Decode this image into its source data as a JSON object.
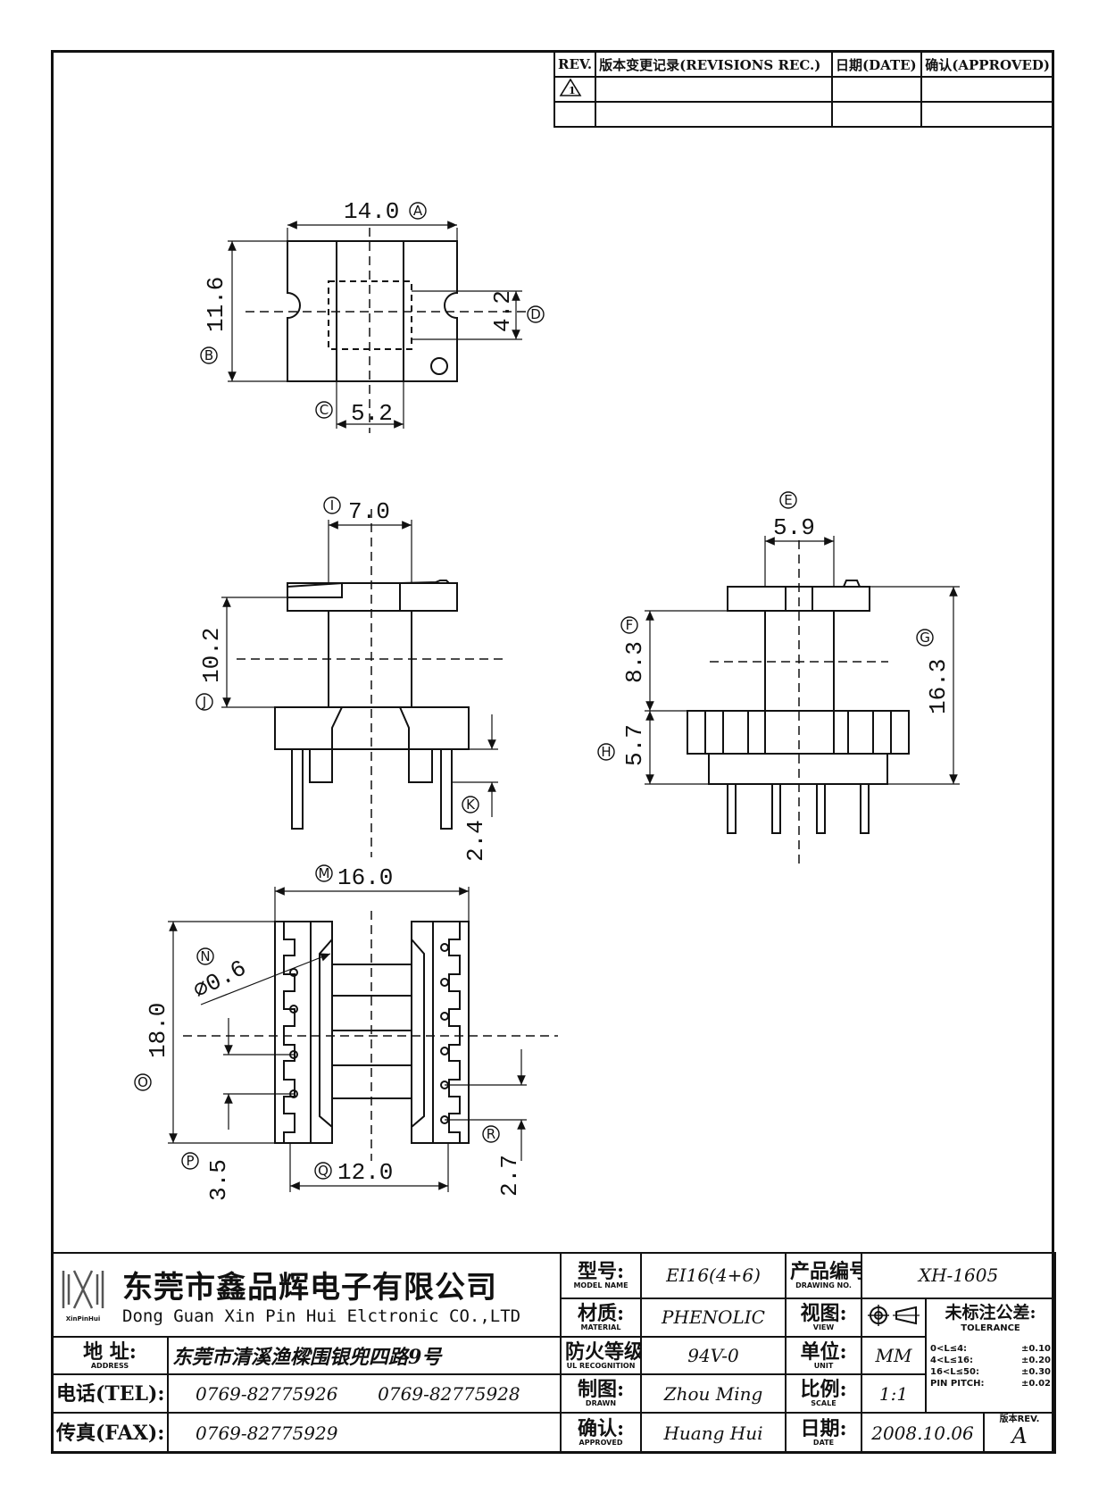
{
  "revision_table": {
    "rev_header": "REV.",
    "record_header": "版本变更记录(REVISIONS REC.)",
    "date_header": "日期(DATE)",
    "approved_header": "确认(APPROVED)",
    "rev_mark": "1"
  },
  "top_view": {
    "width_dim": "14.0",
    "width_tag": "A",
    "height_dim": "11.6",
    "height_tag": "B",
    "slot_dim": "5.2",
    "slot_tag": "C",
    "window_dim": "4.2",
    "window_tag": "D"
  },
  "front_view": {
    "core_dim": "7.0",
    "core_tag": "I",
    "height_dim": "10.2",
    "height_tag": "J",
    "pin_dim": "2.4",
    "pin_tag": "K"
  },
  "side_view": {
    "core_dim": "5.9",
    "core_tag": "E",
    "upper_dim": "8.3",
    "upper_tag": "F",
    "total_dim": "16.3",
    "total_tag": "G",
    "base_dim": "5.7",
    "base_tag": "H"
  },
  "bottom_view": {
    "width_dim": "16.0",
    "width_tag": "M",
    "hole_dim": "⌀0.6",
    "hole_tag": "N",
    "height_dim": "18.0",
    "height_tag": "O",
    "pitch_left_dim": "3.5",
    "pitch_left_tag": "P",
    "inner_dim": "12.0",
    "inner_tag": "Q",
    "pitch_right_dim": "2.7",
    "pitch_right_tag": "R"
  },
  "title_block": {
    "logo_text": "XinPinHui",
    "company_cn": "东莞市鑫品辉电子有限公司",
    "company_en": "Dong Guan Xin Pin Hui Elctronic CO.,LTD",
    "model_label": "型号:",
    "model_sub": "MODEL NAME",
    "model_value": "EI16(4+6)",
    "drawing_no_label": "产品编号:",
    "drawing_no_sub": "DRAWING NO.",
    "drawing_no_value": "XH-1605",
    "material_label": "材质:",
    "material_sub": "MATERIAL",
    "material_value": "PHENOLIC",
    "view_label": "视图:",
    "view_sub": "VIEW",
    "tolerance_label": "未标注公差:",
    "tolerance_sub": "TOLERANCE",
    "tolerance_rows": [
      {
        "range": "0<L≤4:",
        "value": "±0.10"
      },
      {
        "range": "4<L≤16:",
        "value": "±0.20"
      },
      {
        "range": "16<L≤50:",
        "value": "±0.30"
      },
      {
        "range": "PIN PITCH:",
        "value": "±0.02"
      }
    ],
    "address_label": "地 址:",
    "address_sub": "ADDRESS",
    "address_value": "东莞市清溪渔樑围银兜四路9号",
    "ul_label": "防火等级:",
    "ul_sub": "UL RECOGNITION",
    "ul_value": "94V-0",
    "unit_label": "单位:",
    "unit_sub": "UNIT",
    "unit_value": "MM",
    "tel_label": "电话(TEL):",
    "tel_value_1": "0769-82775926",
    "tel_value_2": "0769-82775928",
    "drawn_label": "制图:",
    "drawn_sub": "DRAWN",
    "drawn_value": "Zhou Ming",
    "scale_label": "比例:",
    "scale_sub": "SCALE",
    "scale_value": "1:1",
    "fax_label": "传真(FAX):",
    "fax_value": "0769-82775929",
    "approved_label": "确认:",
    "approved_sub": "APPROVED",
    "approved_value": "Huang Hui",
    "date_label": "日期:",
    "date_sub": "DATE",
    "date_value": "2008.10.06",
    "rev_label": "版本REV.",
    "rev_value": "A"
  }
}
